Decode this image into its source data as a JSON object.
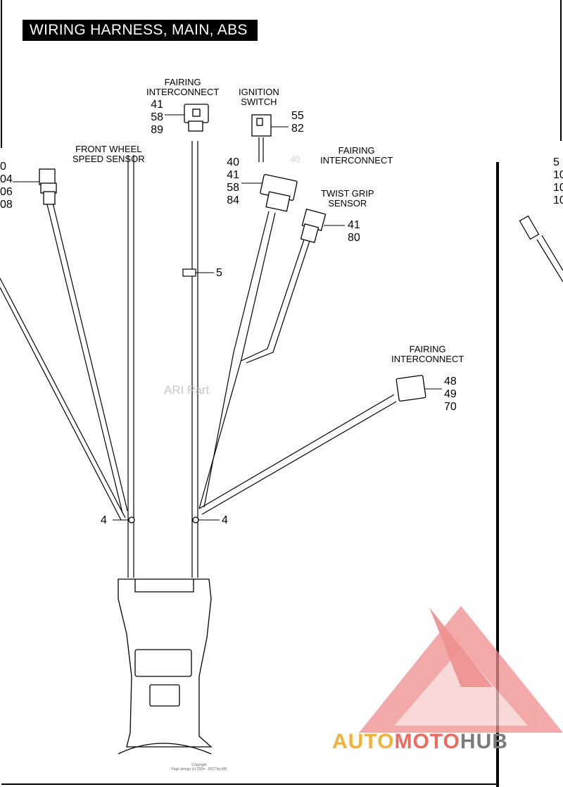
{
  "title": "WIRING HARNESS, MAIN, ABS",
  "labels": {
    "fairing_top": [
      "FAIRING",
      "INTERCONNECT"
    ],
    "ignition": [
      "IGNITION",
      "SWITCH"
    ],
    "front_wheel": [
      "FRONT WHEEL",
      "SPEED SENSOR"
    ],
    "fairing_mid": [
      "FAIRING",
      "INTERCONNECT"
    ],
    "twist_grip": [
      "TWIST GRIP",
      "SENSOR"
    ],
    "fairing_right": [
      "FAIRING",
      "INTERCONNECT"
    ]
  },
  "refs": {
    "fairing_top": [
      "41",
      "58",
      "89"
    ],
    "ignition": [
      "55",
      "82"
    ],
    "left_edge": [
      "0",
      "04",
      "06",
      "08"
    ],
    "fairing_mid": [
      "40",
      "41",
      "58",
      "84"
    ],
    "fairing_mid_ghost": "40",
    "twist_grip": [
      "41",
      "80"
    ],
    "clip": "5",
    "fairing_right": [
      "48",
      "49",
      "70"
    ],
    "clip_left": "4",
    "clip_right": "4",
    "right_edge": [
      "5",
      "10",
      "10",
      "10"
    ]
  },
  "watermark": "ARI Part",
  "brand": {
    "part1": "AUTO",
    "part2": "MOTO",
    "part3": "HUB"
  },
  "copyright": [
    "Copyright",
    "Page design (c) 2004 - 2017 by ARI"
  ]
}
